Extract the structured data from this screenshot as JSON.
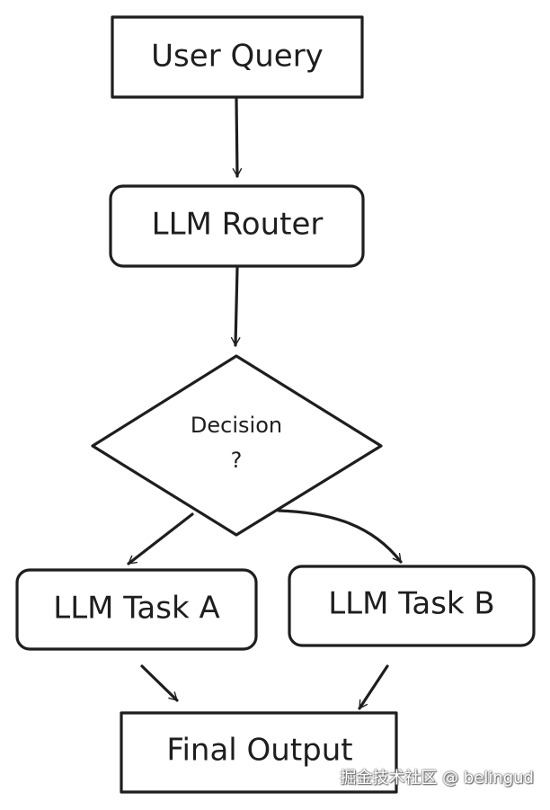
{
  "nodes": {
    "user_query": "User Query",
    "llm_router": "LLM Router",
    "decision_line1": "Decision",
    "decision_line2": "?",
    "task_a": "LLM Task A",
    "task_b": "LLM Task B",
    "final_output": "Final Output"
  },
  "watermark": "掘金技术社区 @ belingud",
  "colors": {
    "stroke": "#1e1e1e",
    "background": "#ffffff"
  }
}
